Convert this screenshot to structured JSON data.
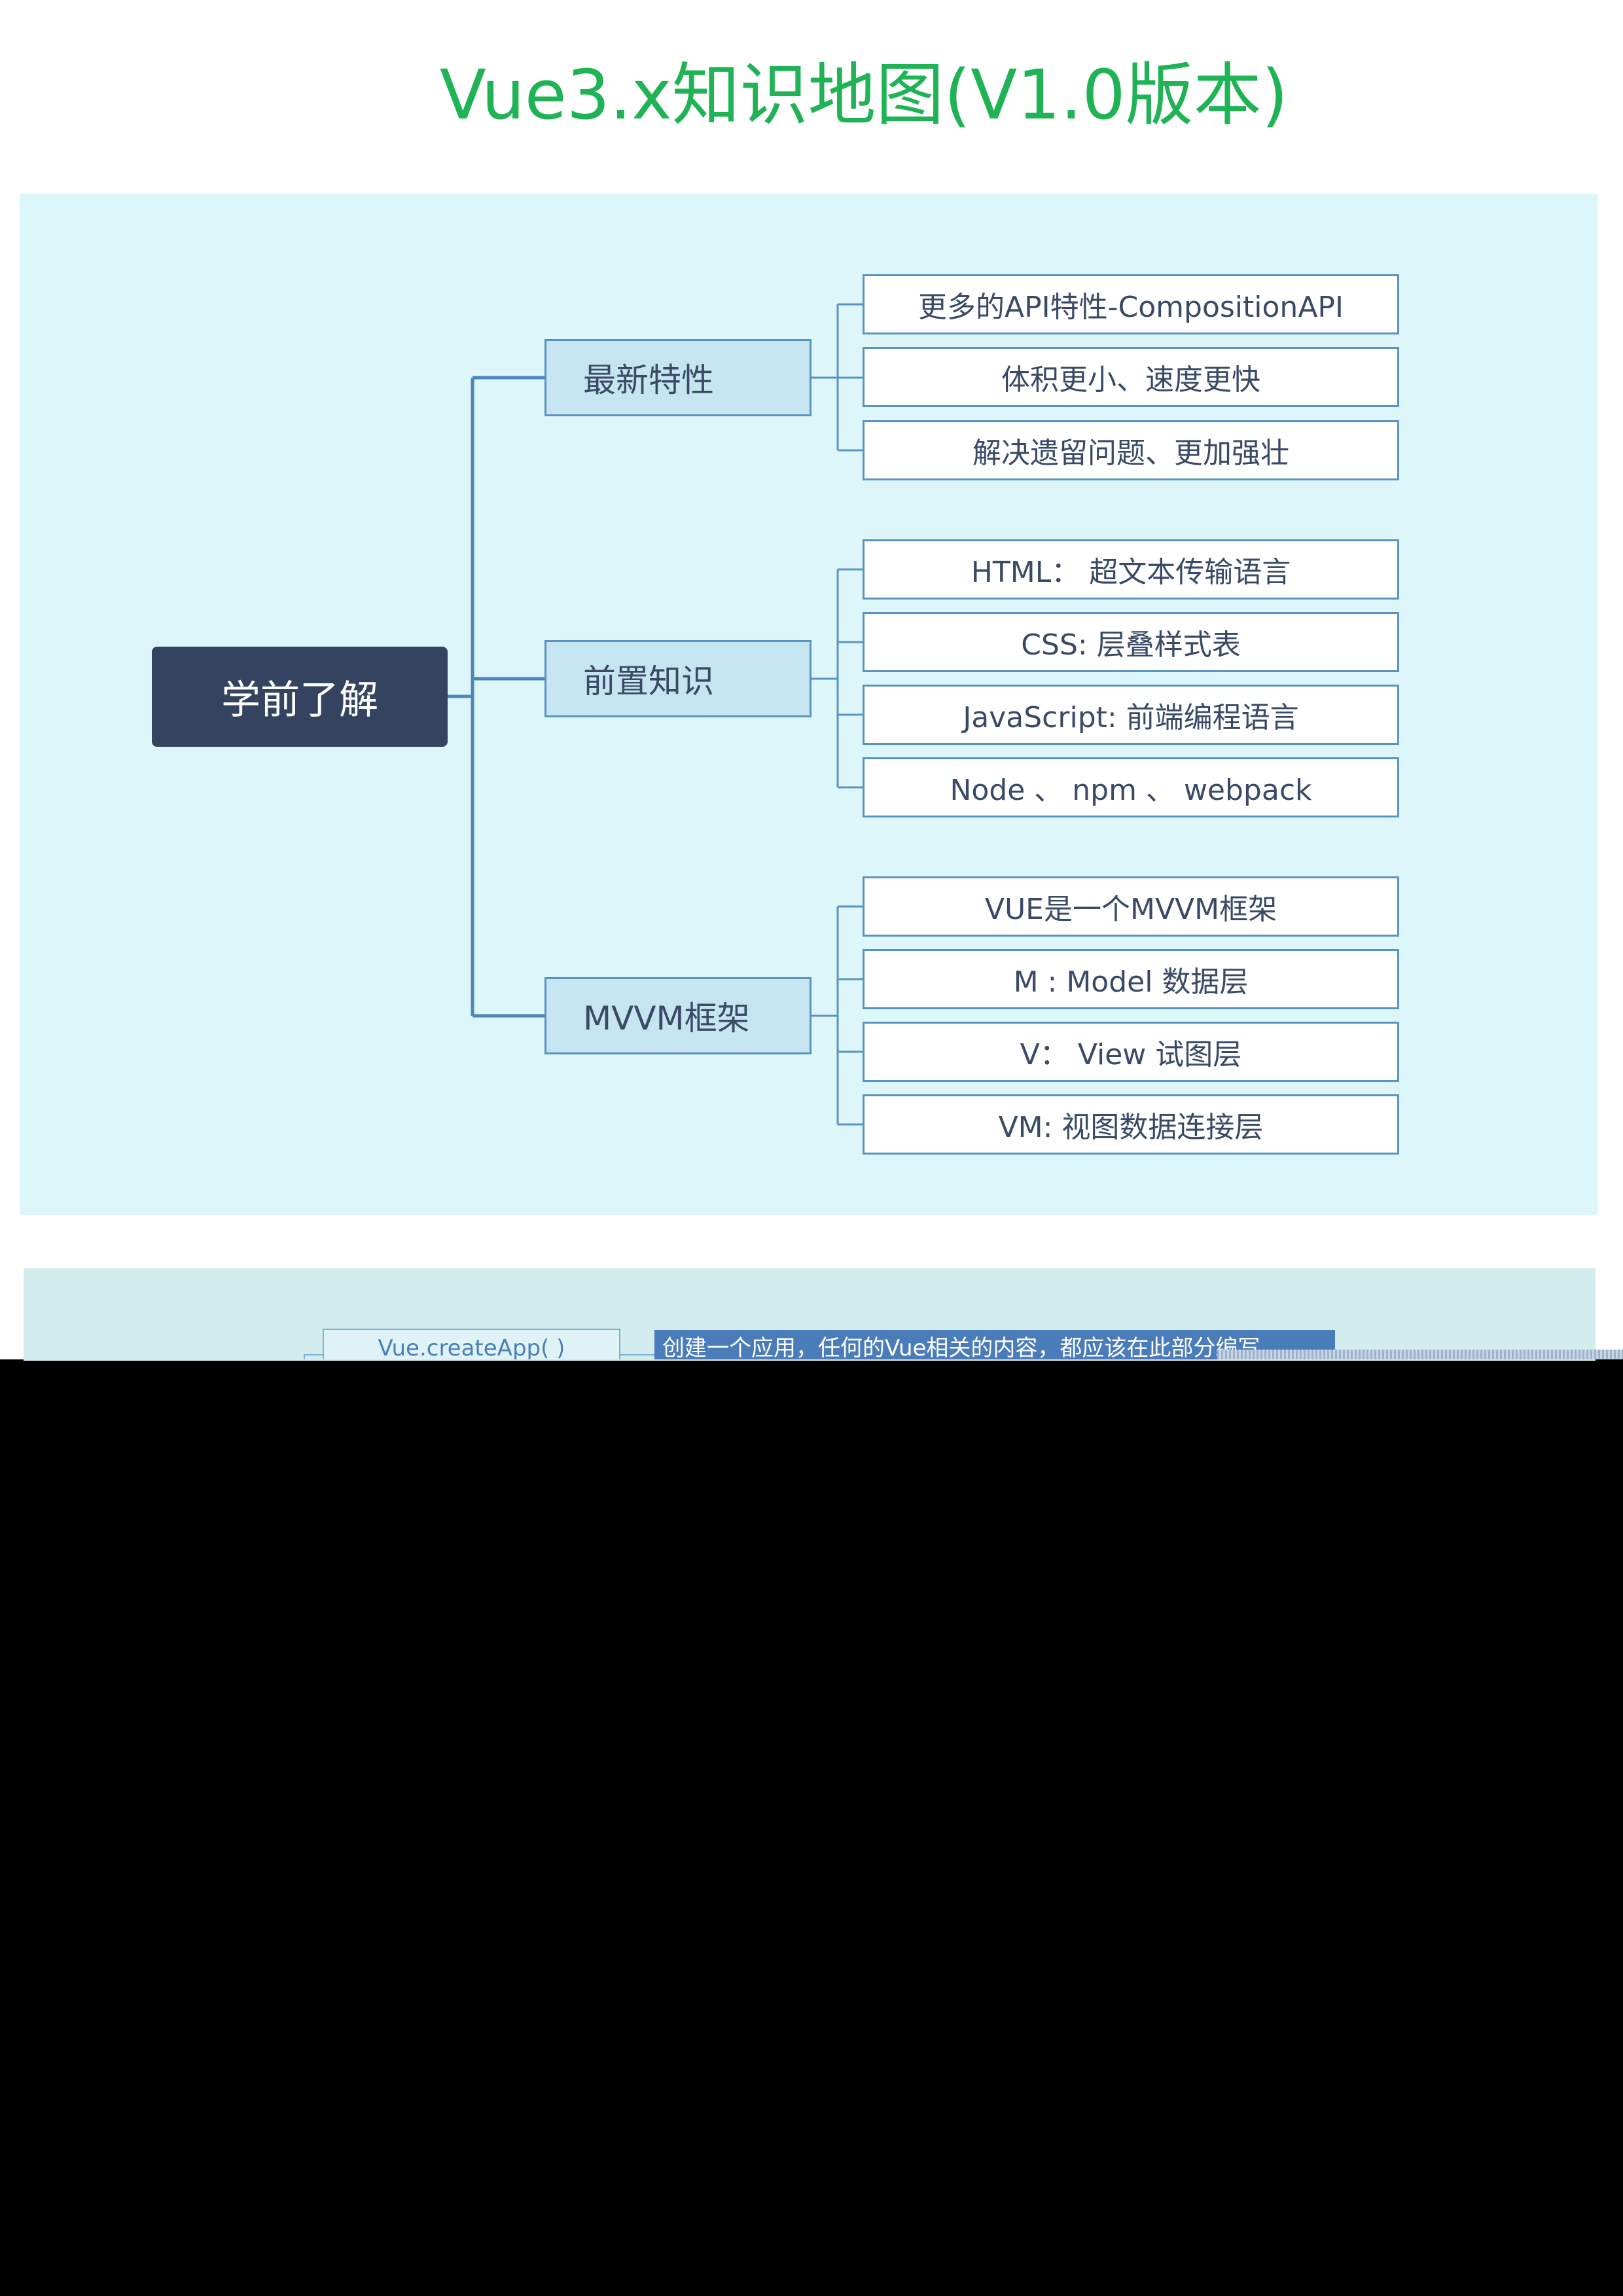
{
  "title": "Vue3.x知识地图(V1.0版本)",
  "colors": {
    "title": "#1fb356",
    "panel": "#dcf6f9",
    "root": "#344460",
    "branch_fill": "#c5e6f0",
    "line": "#5b93c0",
    "text": "#3a4a66"
  },
  "mindmap": {
    "root": "学前了解",
    "branches": [
      {
        "label": "最新特性",
        "leaves": [
          "更多的API特性-CompositionAPI",
          "体积更小、速度更快",
          "解决遗留问题、更加强壮"
        ]
      },
      {
        "label": "前置知识",
        "leaves": [
          "HTML： 超文本传输语言",
          "CSS:  层叠样式表",
          "JavaScript:  前端编程语言",
          "Node  、 npm   、  webpack"
        ]
      },
      {
        "label": "MVVM框架",
        "leaves": [
          "VUE是一个MVVM框架",
          "M : Model 数据层",
          "V：  View 试图层",
          "VM:  视图数据连接层"
        ]
      }
    ]
  },
  "section2": {
    "node": "Vue.createApp( )",
    "note": "创建一个应用，任何的Vue相关的内容，都应该在此部分编写"
  }
}
